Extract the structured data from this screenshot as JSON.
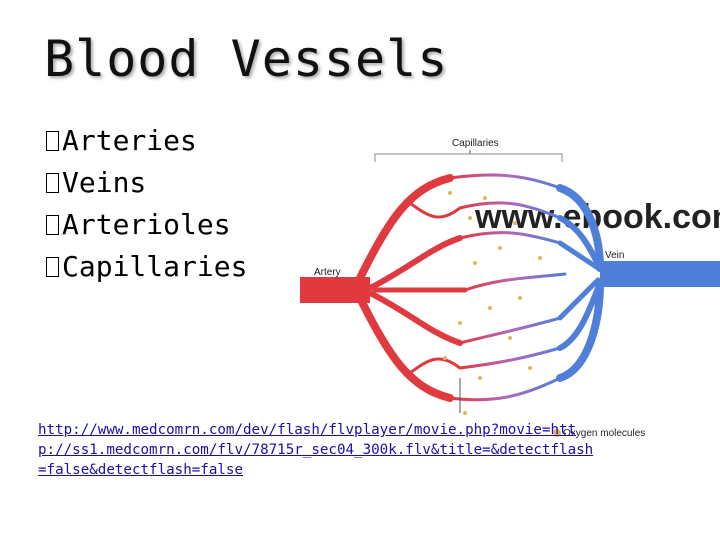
{
  "slide": {
    "title": "Blood Vessels",
    "bullets": [
      {
        "label": "Arteries"
      },
      {
        "label": "Veins"
      },
      {
        "label": "Arterioles"
      },
      {
        "label": "Capillaries"
      }
    ],
    "diagram": {
      "labels": {
        "capillaries": "Capillaries",
        "artery": "Artery",
        "vein": "Vein",
        "oxygen": "Oxygen molecules"
      },
      "watermark": "www.ebook.com",
      "colors": {
        "artery": "#e0393f",
        "vein": "#4f7fd8",
        "oxygen": "#e0b85a"
      }
    },
    "link": {
      "text": "http://www.medcomrn.com/dev/flash/flvplayer/movie.php?movie=http://ss1.medcomrn.com/flv/78715r_sec04_300k.flv&title=&detectflash=false&detectflash=false"
    }
  }
}
